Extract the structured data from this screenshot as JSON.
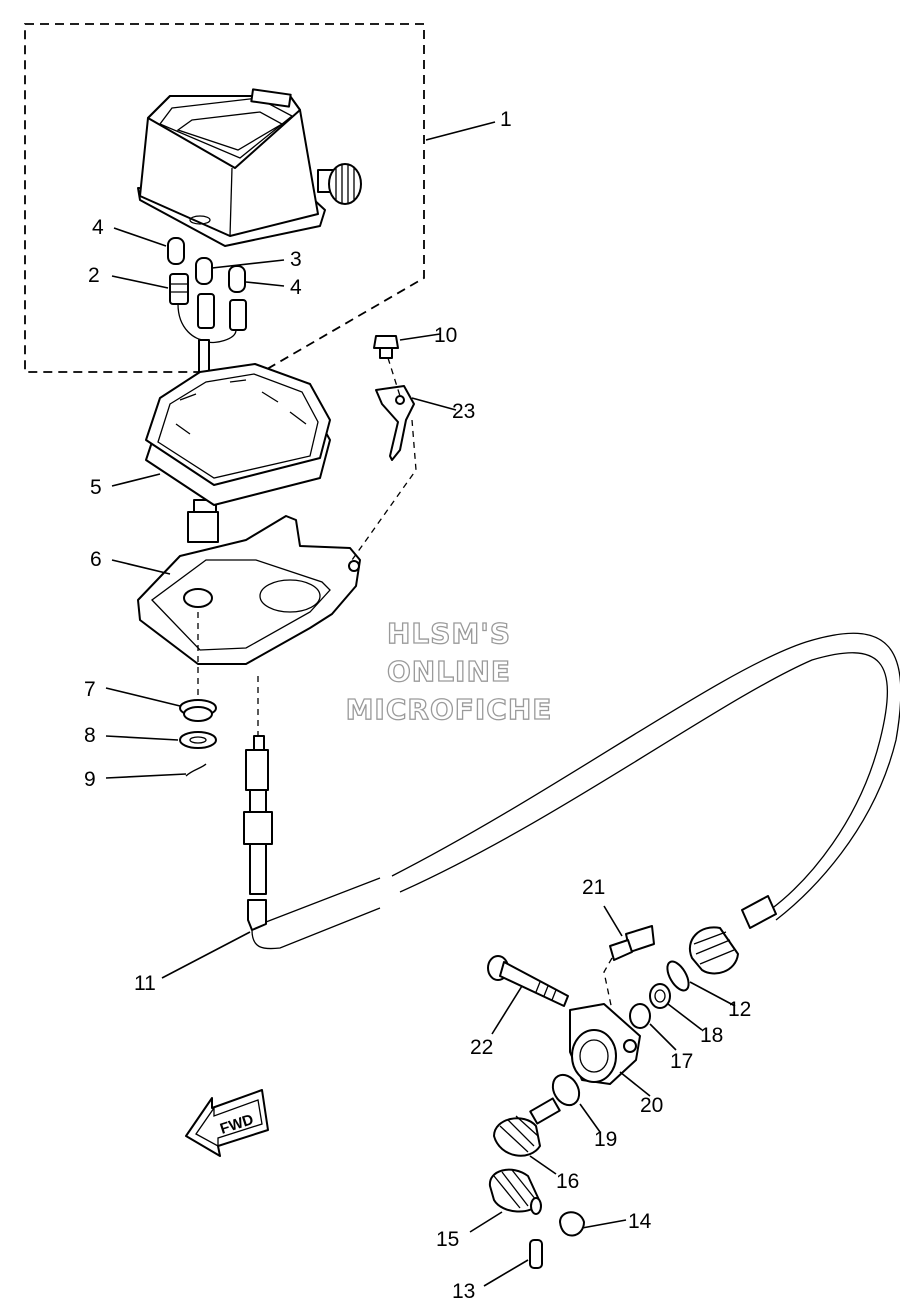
{
  "watermark": {
    "line1": "HLSM'S",
    "line2": "ONLINE",
    "line3": "MICROFICHE"
  },
  "direction_label": "FWD",
  "callouts": {
    "c1": "1",
    "c2": "2",
    "c3": "3",
    "c4a": "4",
    "c4b": "4",
    "c5": "5",
    "c6": "6",
    "c7": "7",
    "c8": "8",
    "c9": "9",
    "c10": "10",
    "c11": "11",
    "c12": "12",
    "c13": "13",
    "c14": "14",
    "c15": "15",
    "c16": "16",
    "c17": "17",
    "c18": "18",
    "c19": "19",
    "c20": "20",
    "c21": "21",
    "c22": "22",
    "c23": "23"
  }
}
